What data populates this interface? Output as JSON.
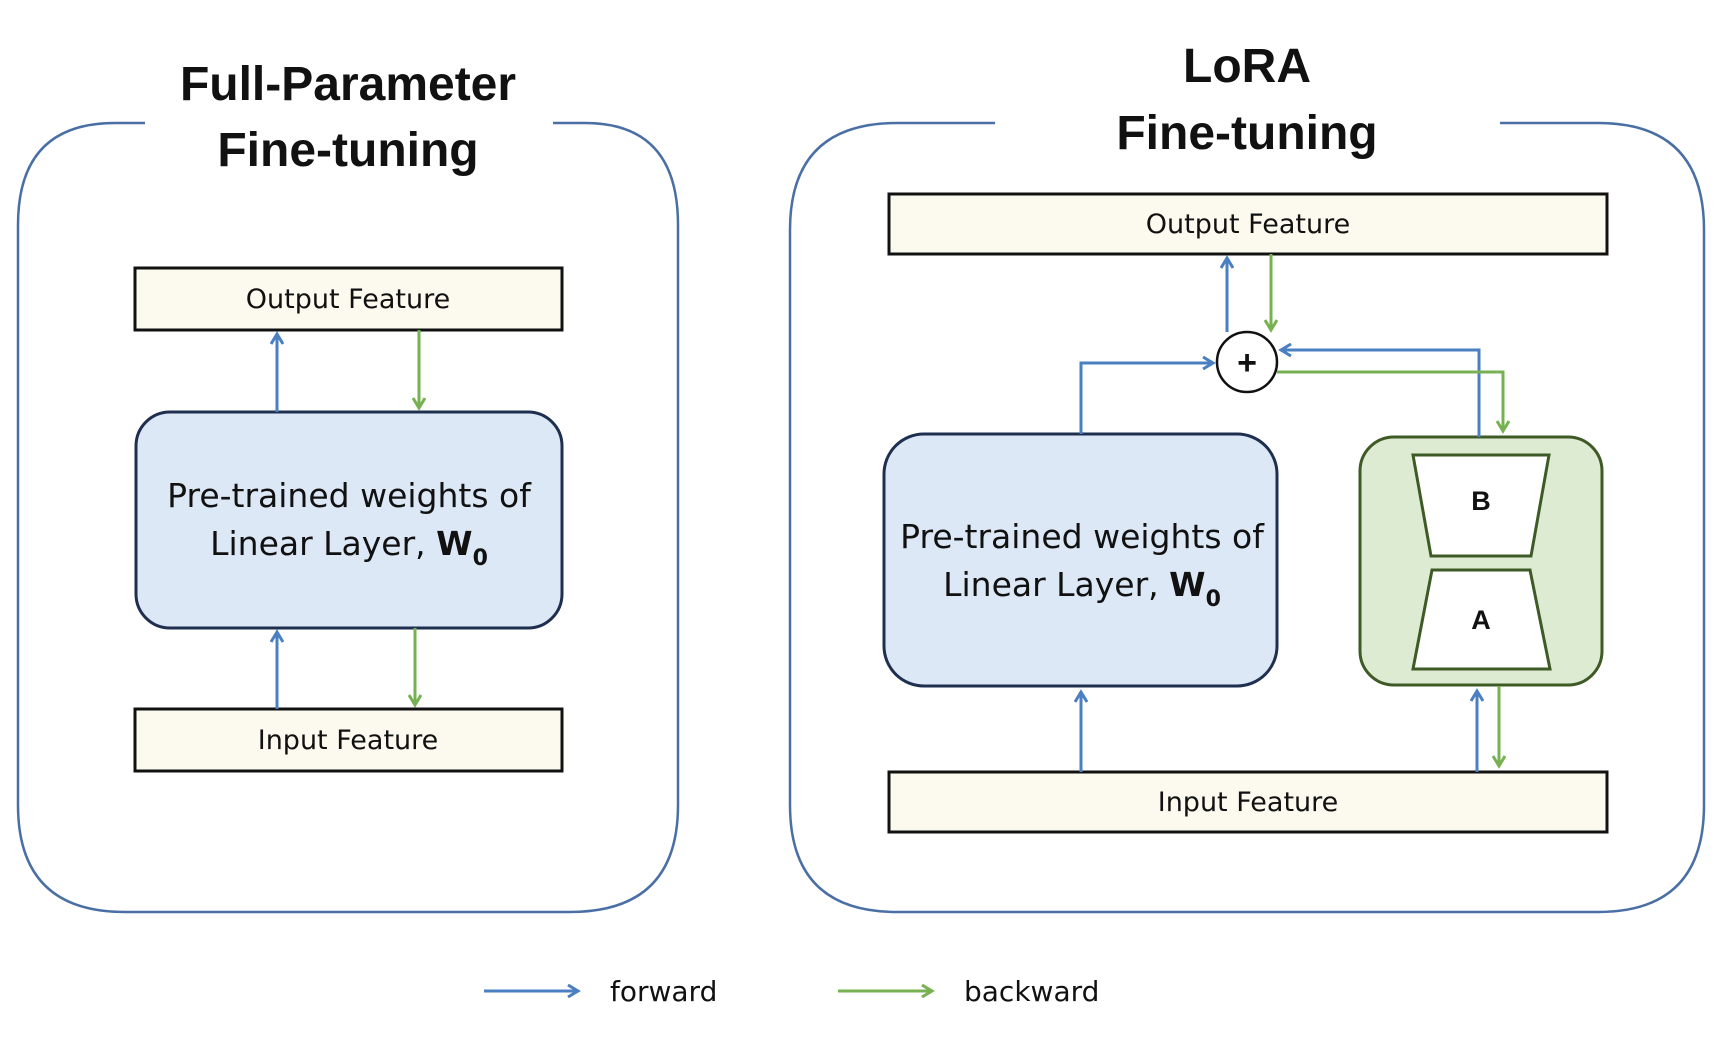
{
  "full": {
    "title_line1": "Full-Parameter",
    "title_line2": "Fine-tuning",
    "output_label": "Output Feature",
    "input_label": "Input Feature",
    "weights_line1": "Pre-trained weights of",
    "weights_line2_prefix": "Linear Layer, ",
    "weights_symbol": "W",
    "weights_subscript": "0"
  },
  "lora": {
    "title_line1": "LoRA",
    "title_line2": "Fine-tuning",
    "output_label": "Output Feature",
    "input_label": "Input Feature",
    "weights_line1": "Pre-trained weights of",
    "weights_line2_prefix": "Linear Layer, ",
    "weights_symbol": "W",
    "weights_subscript": "0",
    "adder_symbol": "+",
    "matrix_b_label": "B",
    "matrix_a_label": "A"
  },
  "legend": {
    "forward_label": "forward",
    "backward_label": "backward"
  },
  "colors": {
    "forward": "#4a7fc1",
    "backward": "#77b151",
    "panel_border": "#4a6fa5",
    "feature_fill": "#fcfaef",
    "weights_fill": "#dce8f6",
    "weights_border": "#1e2f50",
    "adapter_fill": "#deebd3",
    "adapter_border": "#3e5a26"
  }
}
